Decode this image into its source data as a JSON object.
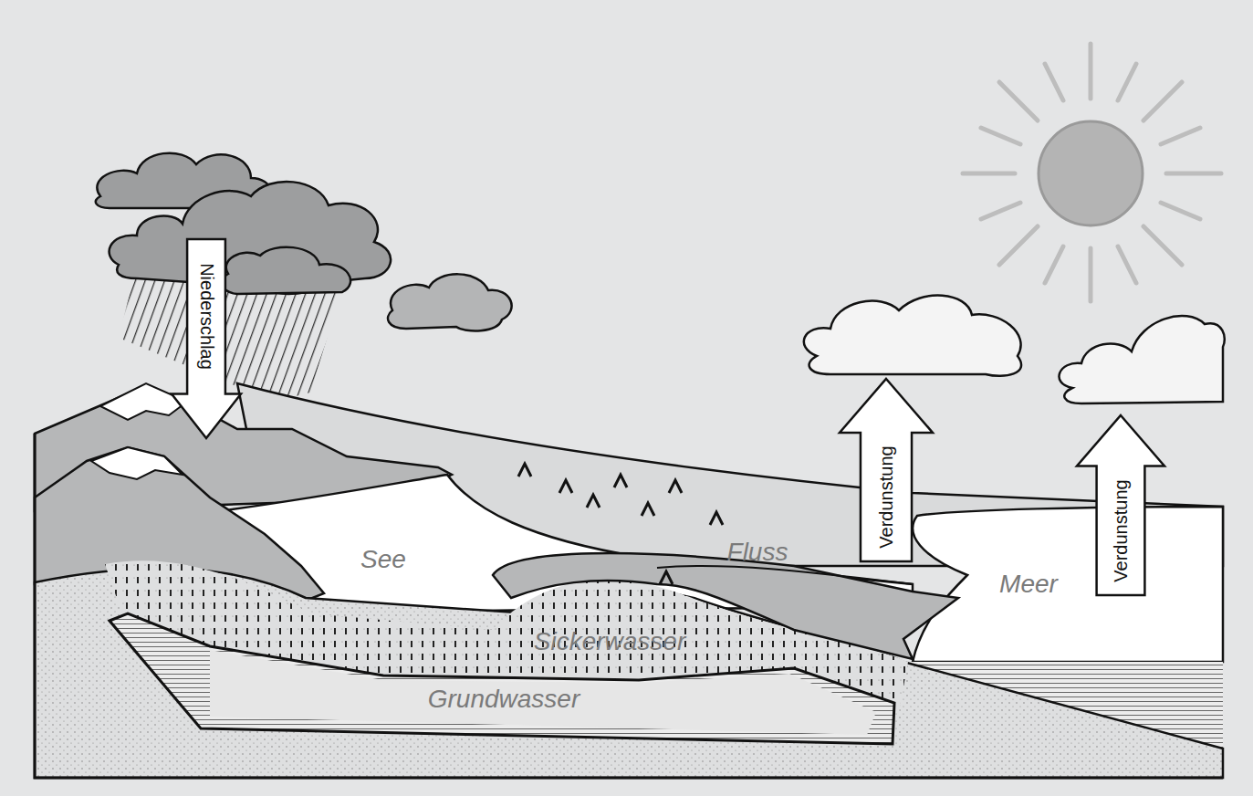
{
  "diagram": {
    "nodes": [
      {
        "text": [
          "Niederschlag"
        ]
      },
      {
        "text": [
          "Verdunstung"
        ]
      },
      {
        "text": [
          "Verdunstung"
        ]
      }
    ],
    "labels": [
      "See",
      "Fluss",
      "Meer",
      "Sickerwasser",
      "Grundwasser"
    ]
  }
}
